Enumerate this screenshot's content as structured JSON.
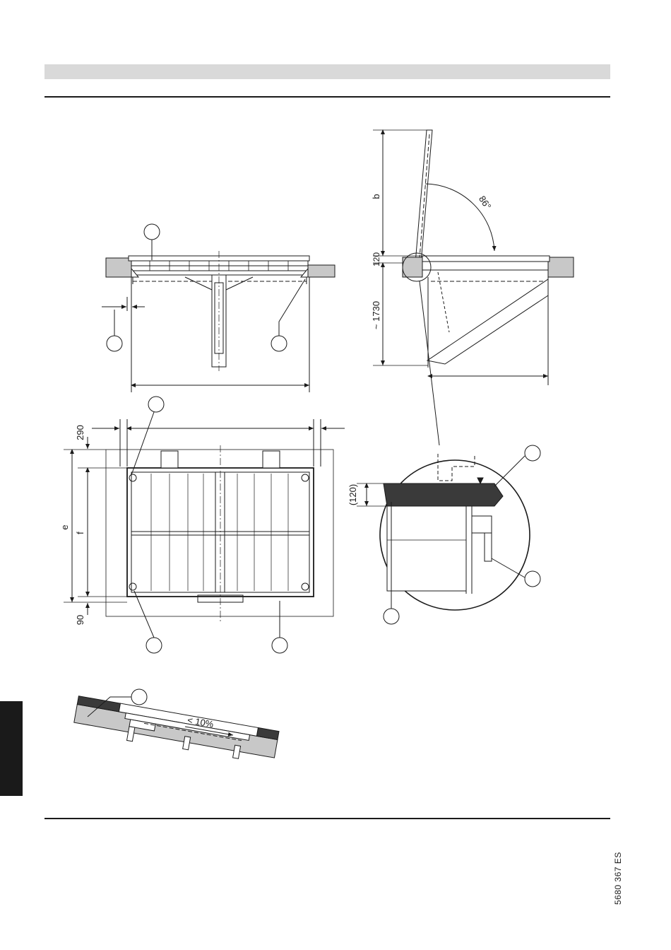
{
  "page": {
    "doc_code": "5680 367 ES"
  },
  "labels": {
    "dim_b": "b",
    "dim_120": "120",
    "dim_1730": "~ 1730",
    "angle_86": "86°",
    "dim_290": "290",
    "dim_e": "e",
    "dim_f": "f",
    "dim_90": "90",
    "dim_120_paren": "(120)",
    "slope": "< 10%"
  },
  "colors": {
    "ink": "#1a1a1a",
    "band": "#d9d9d9",
    "concrete": "#c8c8c8",
    "dark_fill": "#3a3a3a"
  }
}
